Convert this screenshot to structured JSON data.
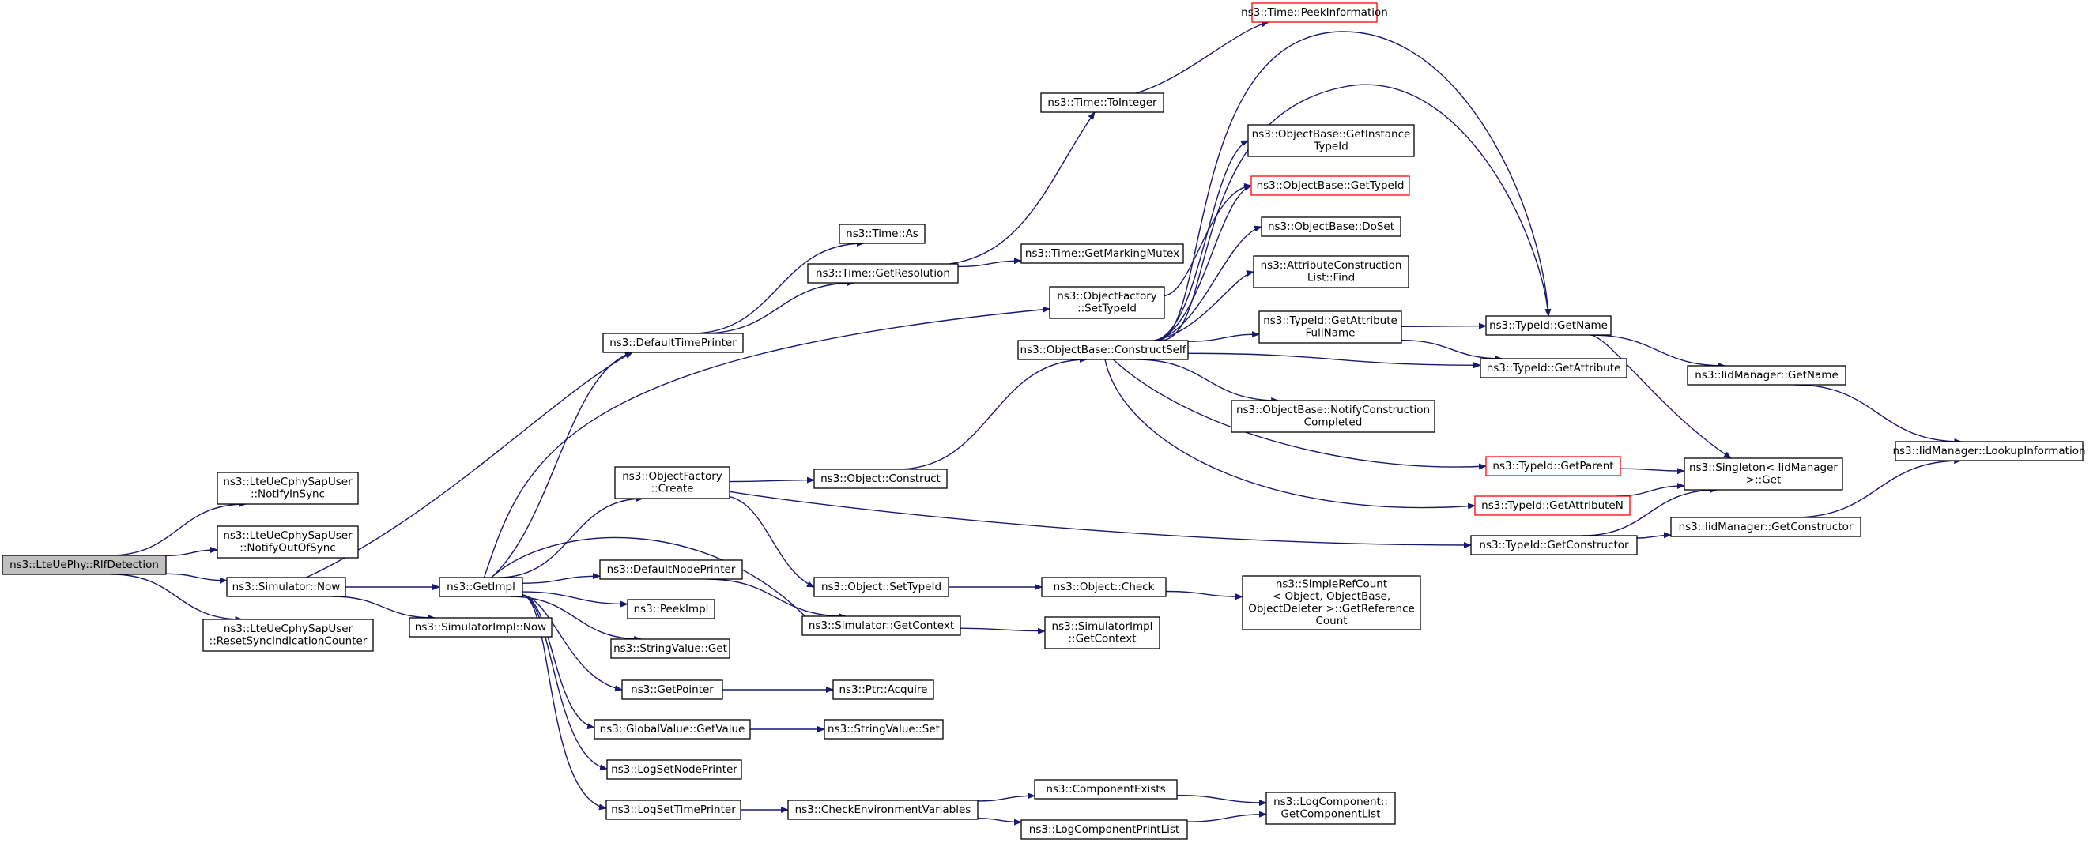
{
  "edge_color": "#191970",
  "root_fill": "#c0c0c0",
  "nodes": [
    {
      "id": "root",
      "lines": [
        "ns3::LteUePhy::RlfDetection"
      ],
      "style": "root"
    },
    {
      "id": "notifyInSync",
      "lines": [
        "ns3::LteUeCphySapUser",
        "::NotifyInSync"
      ]
    },
    {
      "id": "notifyOutOfSync",
      "lines": [
        "ns3::LteUeCphySapUser",
        "::NotifyOutOfSync"
      ]
    },
    {
      "id": "simNow",
      "lines": [
        "ns3::Simulator::Now"
      ]
    },
    {
      "id": "resetSync",
      "lines": [
        "ns3::LteUeCphySapUser",
        "::ResetSyncIndicationCounter"
      ]
    },
    {
      "id": "getImpl",
      "lines": [
        "ns3::GetImpl"
      ]
    },
    {
      "id": "simImplNow",
      "lines": [
        "ns3::SimulatorImpl::Now"
      ]
    },
    {
      "id": "defaultTimePrinter",
      "lines": [
        "ns3::DefaultTimePrinter"
      ]
    },
    {
      "id": "objFactoryCreate",
      "lines": [
        "ns3::ObjectFactory",
        "::Create"
      ]
    },
    {
      "id": "defaultNodePrinter",
      "lines": [
        "ns3::DefaultNodePrinter"
      ]
    },
    {
      "id": "peekImpl",
      "lines": [
        "ns3::PeekImpl"
      ]
    },
    {
      "id": "stringValueGet",
      "lines": [
        "ns3::StringValue::Get"
      ]
    },
    {
      "id": "getPointer",
      "lines": [
        "ns3::GetPointer"
      ]
    },
    {
      "id": "globalValueGet",
      "lines": [
        "ns3::GlobalValue::GetValue"
      ]
    },
    {
      "id": "logSetNodePrinter",
      "lines": [
        "ns3::LogSetNodePrinter"
      ]
    },
    {
      "id": "logSetTimePrinter",
      "lines": [
        "ns3::LogSetTimePrinter"
      ]
    },
    {
      "id": "timeAs",
      "lines": [
        "ns3::Time::As"
      ]
    },
    {
      "id": "timeGetResolution",
      "lines": [
        "ns3::Time::GetResolution"
      ]
    },
    {
      "id": "timeToInteger",
      "lines": [
        "ns3::Time::ToInteger"
      ]
    },
    {
      "id": "timeGetMarkingMutex",
      "lines": [
        "ns3::Time::GetMarkingMutex"
      ]
    },
    {
      "id": "timePeekInfo",
      "lines": [
        "ns3::Time::PeekInformation"
      ],
      "style": "red"
    },
    {
      "id": "objFactorySetTypeId",
      "lines": [
        "ns3::ObjectFactory",
        "::SetTypeId"
      ]
    },
    {
      "id": "objectConstruct",
      "lines": [
        "ns3::Object::Construct"
      ]
    },
    {
      "id": "objectSetTypeId",
      "lines": [
        "ns3::Object::SetTypeId"
      ]
    },
    {
      "id": "simGetContext",
      "lines": [
        "ns3::Simulator::GetContext"
      ]
    },
    {
      "id": "ptrAcquire",
      "lines": [
        "ns3::Ptr::Acquire"
      ]
    },
    {
      "id": "stringValueSet",
      "lines": [
        "ns3::StringValue::Set"
      ]
    },
    {
      "id": "checkEnvVars",
      "lines": [
        "ns3::CheckEnvironmentVariables"
      ]
    },
    {
      "id": "componentExists",
      "lines": [
        "ns3::ComponentExists"
      ]
    },
    {
      "id": "logCompPrintList",
      "lines": [
        "ns3::LogComponentPrintList"
      ]
    },
    {
      "id": "logCompGetList",
      "lines": [
        "ns3::LogComponent::",
        "GetComponentList"
      ]
    },
    {
      "id": "objBaseConstructSelf",
      "lines": [
        "ns3::ObjectBase::ConstructSelf"
      ]
    },
    {
      "id": "objectCheck",
      "lines": [
        "ns3::Object::Check"
      ]
    },
    {
      "id": "simImplGetContext",
      "lines": [
        "ns3::SimulatorImpl",
        "::GetContext"
      ]
    },
    {
      "id": "objBaseGetInstanceTypeId",
      "lines": [
        "ns3::ObjectBase::GetInstance",
        "TypeId"
      ]
    },
    {
      "id": "objBaseGetTypeId",
      "lines": [
        "ns3::ObjectBase::GetTypeId"
      ],
      "style": "red"
    },
    {
      "id": "objBaseDoSet",
      "lines": [
        "ns3::ObjectBase::DoSet"
      ]
    },
    {
      "id": "attrConstListFind",
      "lines": [
        "ns3::AttributeConstruction",
        "List::Find"
      ]
    },
    {
      "id": "typeIdGetAttrFullName",
      "lines": [
        "ns3::TypeId::GetAttribute",
        "FullName"
      ]
    },
    {
      "id": "objBaseNotifyConstCompleted",
      "lines": [
        "ns3::ObjectBase::NotifyConstruction",
        "Completed"
      ]
    },
    {
      "id": "simpleRefCount",
      "lines": [
        "ns3::SimpleRefCount",
        "< Object, ObjectBase,",
        "ObjectDeleter >::GetReference",
        "Count"
      ]
    },
    {
      "id": "typeIdGetName",
      "lines": [
        "ns3::TypeId::GetName"
      ]
    },
    {
      "id": "typeIdGetAttribute",
      "lines": [
        "ns3::TypeId::GetAttribute"
      ]
    },
    {
      "id": "typeIdGetParent",
      "lines": [
        "ns3::TypeId::GetParent"
      ],
      "style": "red"
    },
    {
      "id": "typeIdGetAttributeN",
      "lines": [
        "ns3::TypeId::GetAttributeN"
      ],
      "style": "red"
    },
    {
      "id": "typeIdGetConstructor",
      "lines": [
        "ns3::TypeId::GetConstructor"
      ]
    },
    {
      "id": "iidManagerGetName",
      "lines": [
        "ns3::IidManager::GetName"
      ]
    },
    {
      "id": "singletonGet",
      "lines": [
        "ns3::Singleton< IidManager",
        ">::Get"
      ]
    },
    {
      "id": "iidManagerGetConstructor",
      "lines": [
        "ns3::IidManager::GetConstructor"
      ]
    },
    {
      "id": "iidManagerLookupInfo",
      "lines": [
        "ns3::IidManager::LookupInformation"
      ]
    }
  ]
}
